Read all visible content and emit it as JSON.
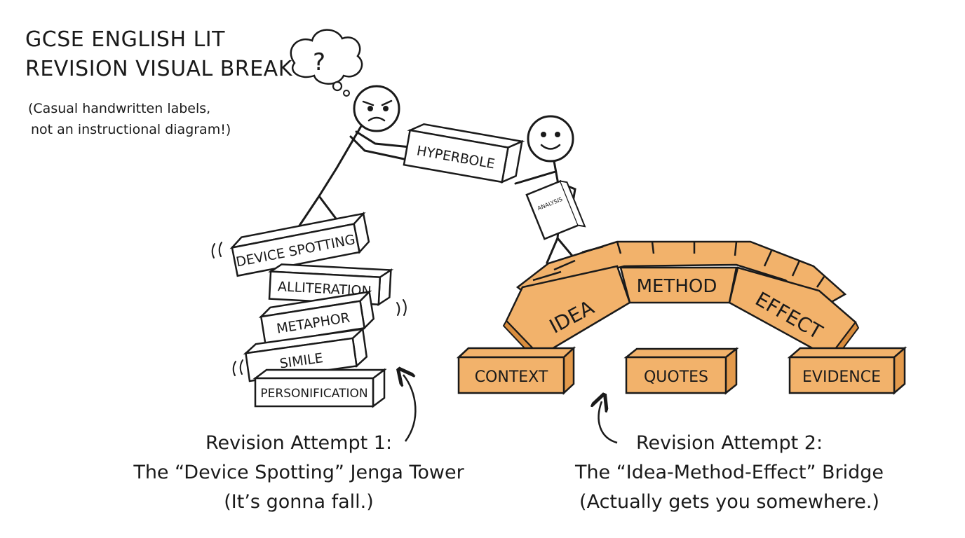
{
  "header": {
    "title_line1": "GCSE ENGLISH LIT",
    "title_line2": "REVISION VISUAL BREAK",
    "note_line1": "(Casual handwritten labels,",
    "note_line2": "not an instructional diagram!)"
  },
  "thought_bubble": {
    "symbol": "?"
  },
  "figures": {
    "handover_block": "HYPERBOLE",
    "book_label": "ANALYSIS"
  },
  "tower": {
    "blocks": [
      "DEVICE SPOTTING",
      "ALLITERATION",
      "METAPHOR",
      "SIMILE",
      "PERSONIFICATION"
    ],
    "caption_line1": "Revision Attempt 1:",
    "caption_line2": "The “Device Spotting” Jenga Tower",
    "caption_line3": "(It’s gonna fall.)"
  },
  "bridge": {
    "arch": [
      "IDEA",
      "METHOD",
      "EFFECT"
    ],
    "pillars": [
      "CONTEXT",
      "QUOTES",
      "EVIDENCE"
    ],
    "caption_line1": "Revision Attempt 2:",
    "caption_line2": "The “Idea-Method-Effect” Bridge",
    "caption_line3": "(Actually gets you somewhere.)"
  },
  "colors": {
    "ink": "#1a1a1a",
    "brick": "#f2b26b",
    "brick_dark": "#d98d3e",
    "brick_side": "#e39a4c"
  }
}
